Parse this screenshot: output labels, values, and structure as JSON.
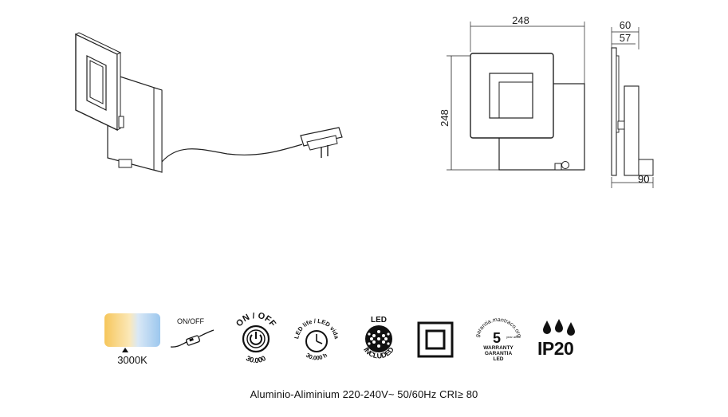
{
  "drawing": {
    "dim_front_width": "248",
    "dim_front_height": "248",
    "dim_side_depth_top": "60",
    "dim_side_depth_inner": "57",
    "dim_side_base": "90"
  },
  "icons": {
    "color_temp": {
      "label": "3000K",
      "gradient_warm": "#f6c65b",
      "gradient_cold": "#9cc7ee"
    },
    "switch": {
      "label": "ON/OFF"
    },
    "touch": {
      "top": "ON / OFF",
      "bottom": "30.000"
    },
    "life": {
      "top": "LED life / LED vida",
      "bottom": "30.000 h"
    },
    "led": {
      "top": "LED",
      "bottom": "INCLUDED"
    },
    "class2": {},
    "warranty": {
      "arc": "garantia.mantraco.org",
      "years": "5",
      "small": "year años",
      "line1": "WARRANTY",
      "line2": "GARANTIA",
      "line3": "LED"
    },
    "ip": {
      "label": "IP20"
    }
  },
  "footer": {
    "text": "Aluminio-Aliminium 220-240V~ 50/60Hz CRI≥ 80"
  }
}
